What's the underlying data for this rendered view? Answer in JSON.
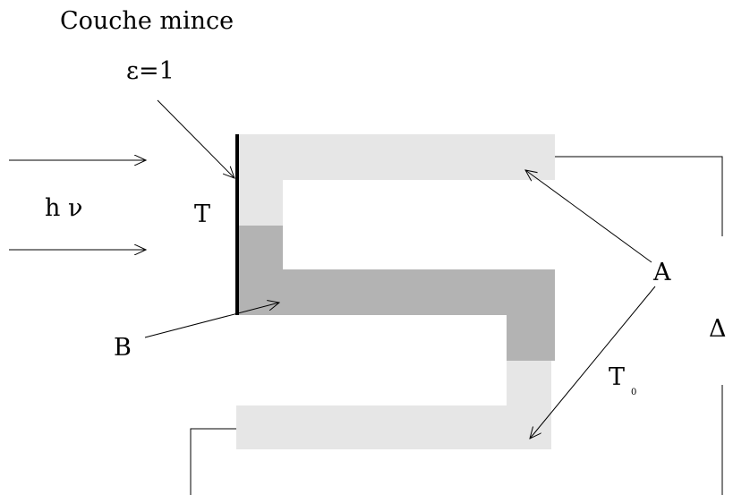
{
  "labels": {
    "title": "Couche mince",
    "epsilon": "ε=1",
    "h_nu": "h ν",
    "T": "T",
    "A": "A",
    "B": "B",
    "T0_main": "T",
    "T0_sub": "0",
    "delta": "Δ"
  },
  "colors": {
    "region_A": "#e6e6e6",
    "region_B": "#b3b3b3",
    "stroke": "#000000",
    "background": "#ffffff"
  }
}
